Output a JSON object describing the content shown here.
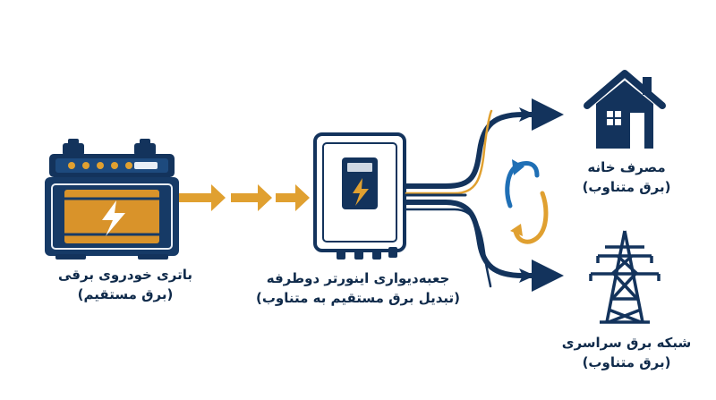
{
  "battery": {
    "title": "باتری خودروی برقی",
    "subtitle": "(برق مستقیم)"
  },
  "inverter": {
    "title": "جعبه‌دیواری اینورتر دوطرفه",
    "subtitle": "(تبدیل برق مستقیم به متناوب)"
  },
  "house": {
    "title": "مصرف خانه",
    "subtitle": "(برق متناوب)"
  },
  "grid": {
    "title": "شبکه برق سراسری",
    "subtitle": "(برق متناوب)"
  },
  "colors": {
    "navy": "#13335c",
    "orange": "#e0a030",
    "blue": "#1f6fb5",
    "battery_body": "#163a66",
    "battery_panel": "#d9932a"
  },
  "icons": [
    "car-battery-icon",
    "lightning-icon",
    "inverter-icon",
    "house-icon",
    "power-tower-icon",
    "bidirectional-arrows-icon"
  ]
}
